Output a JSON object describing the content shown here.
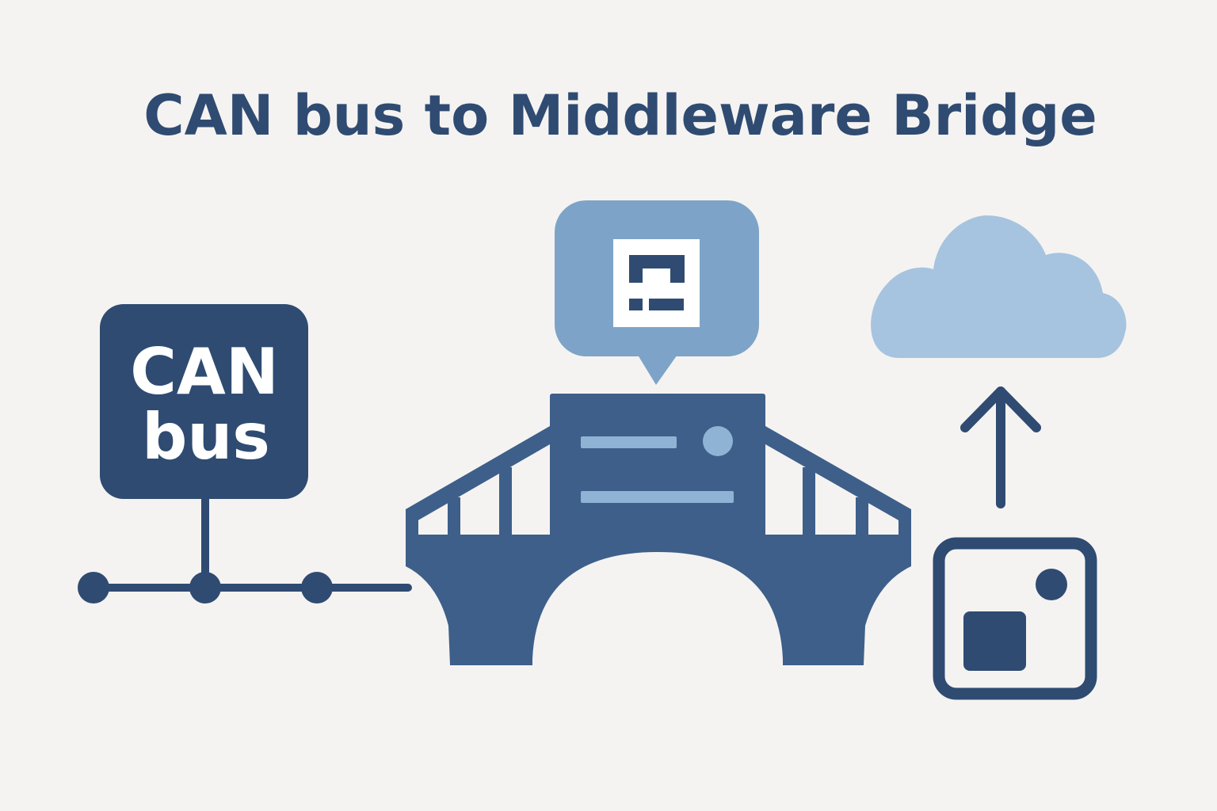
{
  "title": "CAN bus to Middleware Bridge",
  "can_node": {
    "line1": "CAN",
    "line2": "bus"
  },
  "colors": {
    "background": "#f5f3f1",
    "navy": "#2f4b72",
    "bridge_blue": "#3d5f8a",
    "light_blue": "#7da4c8",
    "pale_blue": "#a6c4df",
    "white": "#ffffff"
  },
  "icons": {
    "can_box": "can-bus-box-icon",
    "bus_line": "bus-network-icon",
    "bridge": "bridge-icon",
    "bubble": "speech-bubble-icon",
    "qr": "qr-code-icon",
    "cloud": "cloud-icon",
    "arrow": "arrow-up-icon",
    "device": "device-chip-icon"
  }
}
